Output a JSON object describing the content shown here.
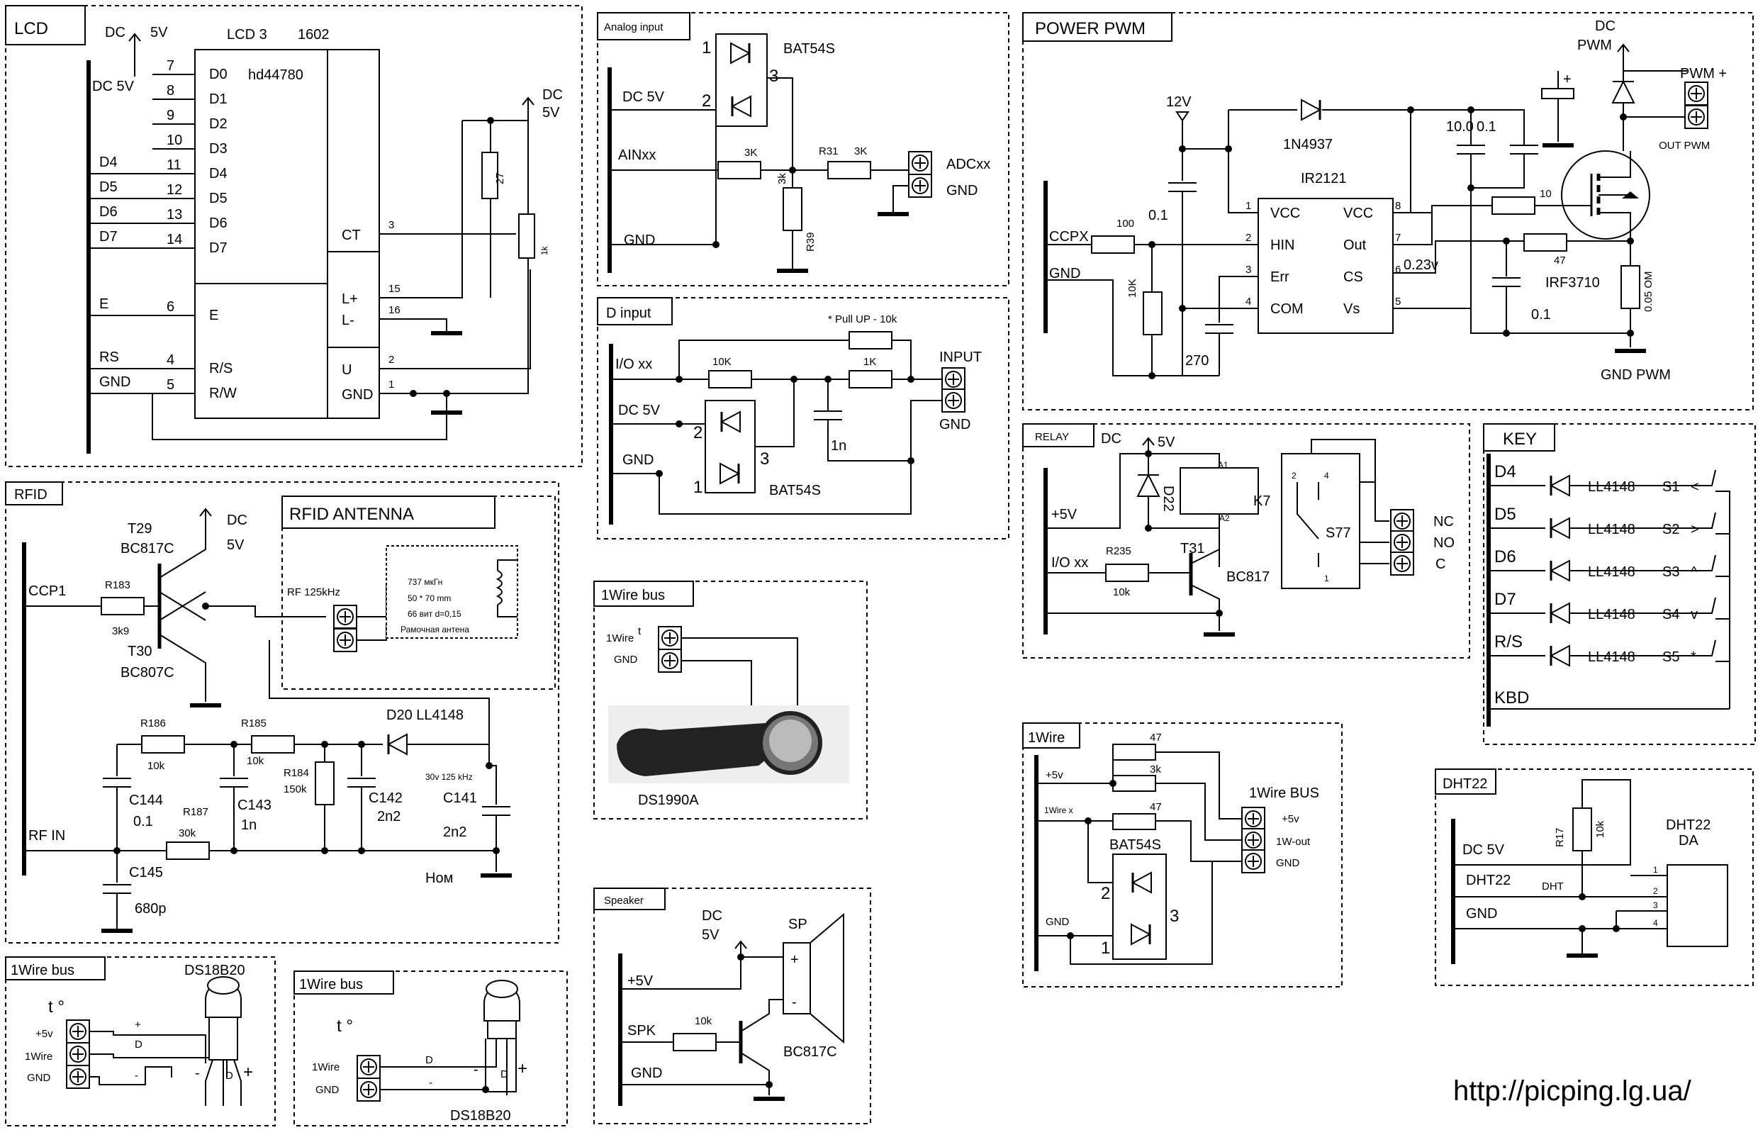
{
  "modules": {
    "lcd": {
      "title": "LCD",
      "dc": "DC",
      "v5": "5V",
      "chip_name": "LCD 3",
      "chip_model": "1602",
      "chip_ctrl": "hd44780",
      "bus_label_dc": "DC 5V",
      "left_pins": [
        "7",
        "8",
        "9",
        "10",
        "11",
        "12",
        "13",
        "14",
        "6",
        "4",
        "5"
      ],
      "left_nets": [
        "D4",
        "D5",
        "D6",
        "D7",
        "E",
        "RS",
        "GND"
      ],
      "inner_pins": [
        "D0",
        "D1",
        "D2",
        "D3",
        "D4",
        "D5",
        "D6",
        "D7",
        "E",
        "R/S",
        "R/W"
      ],
      "right_inner": [
        "CT",
        "L+",
        "L-",
        "U",
        "GND"
      ],
      "right_pins": [
        "3",
        "15",
        "16",
        "2",
        "1"
      ],
      "pot_value": "27",
      "pot_r": "1k",
      "supply_dc": "DC",
      "supply_v": "5V"
    },
    "analog": {
      "title": "Analog input",
      "diode": "BAT54S",
      "pin1": "1",
      "pin2": "2",
      "pin3": "3",
      "net_dc": "DC 5V",
      "net_ain": "AINxx",
      "net_gnd": "GND",
      "r1": "3K",
      "r31": "R31",
      "r31v": "3K",
      "r39v": "3k",
      "r39": "R39",
      "adc": "ADCxx",
      "gnd_out": "GND"
    },
    "dinput": {
      "title": "D input",
      "pullup": "* Pull UP - 10k",
      "net_io": "I/O xx",
      "net_dc": "DC 5V",
      "net_gnd": "GND",
      "r1": "10K",
      "r2": "1K",
      "cap": "1n",
      "diode": "BAT54S",
      "pin1": "1",
      "pin2": "2",
      "pin3": "3",
      "input": "INPUT",
      "gnd_out": "GND"
    },
    "power": {
      "title": "POWER PWM",
      "v12": "12V",
      "diode": "1N4937",
      "chip": "IR2121",
      "c1": "0.1",
      "c2": "10.0",
      "c3": "0.1",
      "c4": "270",
      "c5": "0.1",
      "r_ccpx": "100",
      "r_10k": "10K",
      "r_gate": "10",
      "r_cs": "47",
      "net_ccpx": "CCPX",
      "net_gnd": "GND",
      "chip_left": [
        "VCC",
        "HIN",
        "Err",
        "COM"
      ],
      "chip_left_pins": [
        "1",
        "2",
        "3",
        "4"
      ],
      "chip_right": [
        "VCC",
        "Out",
        "CS",
        "Vs"
      ],
      "chip_right_pins": [
        "8",
        "7",
        "6",
        "5"
      ],
      "v023": "0.23v",
      "mosfet": "IRF3710",
      "rsense": "0.05 OM",
      "dc": "DC",
      "pwm": "PWM",
      "plus": "+",
      "pwm_plus": "PWM +",
      "out_pwm": "OUT PWM",
      "gnd_pwm": "GND PWM"
    },
    "rfid": {
      "title": "RFID",
      "antenna_title": "RFID ANTENNA",
      "t29": "T29",
      "t29m": "BC817C",
      "t30": "T30",
      "t30m": "BC807C",
      "dc": "DC",
      "v5": "5V",
      "net_ccp1": "CCP1",
      "r183": "R183",
      "r183v": "3k9",
      "rf": "RF 125kHz",
      "ant_l1": "737 мкГн",
      "ant_l2": "50 * 70 mm",
      "ant_l3": "66 вит d=0,15",
      "ant_l4": "Рамочная антена",
      "r186": "R186",
      "r186v": "10k",
      "r185": "R185",
      "r185v": "10k",
      "d20": "D20 LL4148",
      "c144": "C144",
      "c144v": "0.1",
      "r187": "R187",
      "r187v": "30k",
      "c143": "C143",
      "c143v": "1n",
      "r184": "R184",
      "r184v": "150k",
      "c142": "C142",
      "c142v": "2n2",
      "c141note": "30v 125 kHz",
      "c141": "C141",
      "c141v": "2n2",
      "net_rfin": "RF IN",
      "c145": "C145",
      "c145v": "680p",
      "nom": "Ном"
    },
    "onewire_key": {
      "title": "1Wire bus",
      "net_1wire": "1Wire",
      "net_gnd": "GND",
      "t": "t",
      "key": "DS1990A"
    },
    "speaker": {
      "title": "Speaker",
      "dc": "DC",
      "v5": "5V",
      "sp": "SP",
      "net_5v": "+5V",
      "net_spk": "SPK",
      "net_gnd": "GND",
      "r": "10k",
      "tr": "BC817C",
      "plus": "+",
      "minus": "-"
    },
    "relay": {
      "title": "RELAY",
      "dc": "DC",
      "v5": "5V",
      "net_5v": "+5V",
      "net_io": "I/O xx",
      "d22": "D22",
      "a1": "A1",
      "a2": "A2",
      "k7": "K7",
      "t31": "T31",
      "r235": "R235",
      "r235v": "10k",
      "tr": "BC817",
      "s77": "S77",
      "p2": "2",
      "p4": "4",
      "p1": "1",
      "nc": "NC",
      "no": "NO",
      "c": "C"
    },
    "key": {
      "title": "KEY",
      "nets": [
        "D4",
        "D5",
        "D6",
        "D7",
        "R/S",
        "KBD"
      ],
      "diodes": [
        "LL4148",
        "LL4148",
        "LL4148",
        "LL4148",
        "LL4148"
      ],
      "switches": [
        "S1",
        "S2",
        "S3",
        "S4",
        "S5"
      ],
      "symbols": [
        "<",
        ">",
        "^",
        "v",
        "*"
      ]
    },
    "onewire_bus": {
      "title": "1Wire",
      "net_5v": "+5v",
      "net_1w": "1Wire x",
      "net_gnd": "GND",
      "r1": "47",
      "r2": "3k",
      "r3": "47",
      "diode": "BAT54S",
      "pin1": "1",
      "pin2": "2",
      "pin3": "3",
      "bus": "1Wire BUS",
      "o1": "+5v",
      "o2": "1W-out",
      "o3": "GND"
    },
    "dht": {
      "title": "DHT22",
      "net_dc": "DC 5V",
      "net_dht": "DHT22",
      "net_gnd": "GND",
      "r17": "R17",
      "r17v": "10k",
      "dht_lbl": "DHT",
      "da": "DHT22",
      "da2": "DA",
      "pins": [
        "1",
        "2",
        "3",
        "4"
      ]
    },
    "ds1": {
      "title": "1Wire bus",
      "sensor": "DS18B20",
      "t": "t °",
      "nets": [
        "+5v",
        "1Wire",
        "GND"
      ],
      "w_plus": "+",
      "w_d": "D",
      "w_minus": "-",
      "leg_minus": "-",
      "leg_d": "D",
      "leg_plus": "+"
    },
    "ds2": {
      "title": "1Wire bus",
      "sensor": "DS18B20",
      "t": "t °",
      "nets": [
        "1Wire",
        "GND"
      ],
      "w_d": "D",
      "w_minus": "-",
      "leg_minus": "-",
      "leg_d": "D",
      "leg_plus": "+"
    }
  },
  "footer_url": "http://picping.lg.ua/"
}
